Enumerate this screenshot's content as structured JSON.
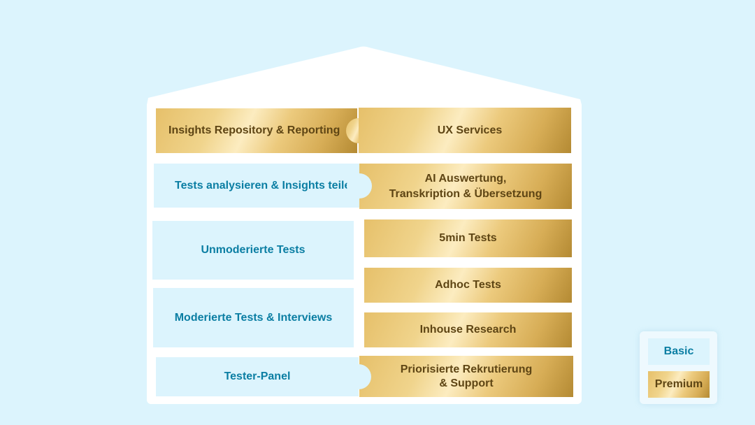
{
  "house": {
    "rows": {
      "insights_repository": "Insights Repository & Reporting",
      "ux_services": "UX Services",
      "tests_analysieren": "Tests analysieren & Insights teilen",
      "ai_auswertung_line1": "AI Auswertung,",
      "ai_auswertung_line2": "Transkription & Übersetzung",
      "unmoderierte_tests": "Unmoderierte Tests",
      "five_min_tests": "5min Tests",
      "adhoc_tests": "Adhoc Tests",
      "moderierte_tests": "Moderierte Tests & Interviews",
      "inhouse_research": "Inhouse Research",
      "tester_panel": "Tester-Panel",
      "priorisierte_line1": "Priorisierte Rekrutierung",
      "priorisierte_line2": "& Support"
    }
  },
  "legend": {
    "basic": "Basic",
    "premium": "Premium"
  },
  "colors": {
    "background": "#dcf4fd",
    "basic_fill": "#dcf4fd",
    "basic_text": "#0b7ea3",
    "premium_text": "#5e4514",
    "premium_gold": "#e6c06a"
  }
}
